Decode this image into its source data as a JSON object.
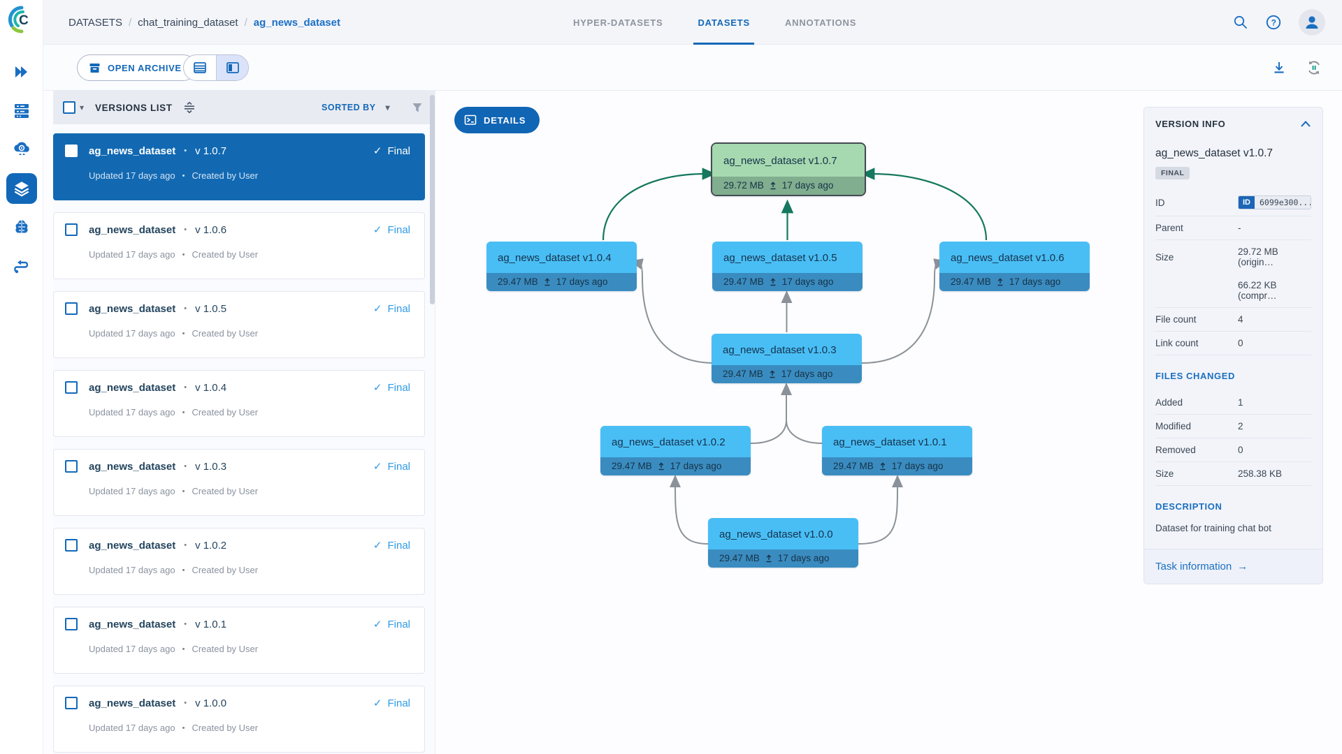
{
  "icons": {
    "dot": "•",
    "check": "✓",
    "caret_down": "▾",
    "arrow_right": "→"
  },
  "topbar": {
    "breadcrumb": {
      "root": "DATASETS",
      "sep": "/",
      "project": "chat_training_dataset",
      "dataset": "ag_news_dataset"
    },
    "tabs": [
      {
        "label": "HYPER-DATASETS"
      },
      {
        "label": "DATASETS"
      },
      {
        "label": "ANNOTATIONS"
      }
    ]
  },
  "toolbar": {
    "open_archive_label": "OPEN ARCHIVE"
  },
  "versions_panel": {
    "title": "VERSIONS LIST",
    "sorted_by_label": "SORTED BY",
    "items": [
      {
        "name": "ag_news_dataset",
        "version": "v 1.0.7",
        "status": "Final",
        "updated": "Updated 17 days ago",
        "created": "Created by User"
      },
      {
        "name": "ag_news_dataset",
        "version": "v 1.0.6",
        "status": "Final",
        "updated": "Updated 17 days ago",
        "created": "Created by User"
      },
      {
        "name": "ag_news_dataset",
        "version": "v 1.0.5",
        "status": "Final",
        "updated": "Updated 17 days ago",
        "created": "Created by User"
      },
      {
        "name": "ag_news_dataset",
        "version": "v 1.0.4",
        "status": "Final",
        "updated": "Updated 17 days ago",
        "created": "Created by User"
      },
      {
        "name": "ag_news_dataset",
        "version": "v 1.0.3",
        "status": "Final",
        "updated": "Updated 17 days ago",
        "created": "Created by User"
      },
      {
        "name": "ag_news_dataset",
        "version": "v 1.0.2",
        "status": "Final",
        "updated": "Updated 17 days ago",
        "created": "Created by User"
      },
      {
        "name": "ag_news_dataset",
        "version": "v 1.0.1",
        "status": "Final",
        "updated": "Updated 17 days ago",
        "created": "Created by User"
      },
      {
        "name": "ag_news_dataset",
        "version": "v 1.0.0",
        "status": "Final",
        "updated": "Updated 17 days ago",
        "created": "Created by User"
      }
    ]
  },
  "graph": {
    "details_button_label": "DETAILS",
    "nodes": [
      {
        "label": "ag_news_dataset v1.0.7",
        "size": "29.72 MB",
        "age": "17 days ago"
      },
      {
        "label": "ag_news_dataset v1.0.4",
        "size": "29.47 MB",
        "age": "17 days ago"
      },
      {
        "label": "ag_news_dataset v1.0.5",
        "size": "29.47 MB",
        "age": "17 days ago"
      },
      {
        "label": "ag_news_dataset v1.0.6",
        "size": "29.47 MB",
        "age": "17 days ago"
      },
      {
        "label": "ag_news_dataset v1.0.3",
        "size": "29.47 MB",
        "age": "17 days ago"
      },
      {
        "label": "ag_news_dataset v1.0.2",
        "size": "29.47 MB",
        "age": "17 days ago"
      },
      {
        "label": "ag_news_dataset v1.0.1",
        "size": "29.47 MB",
        "age": "17 days ago"
      },
      {
        "label": "ag_news_dataset v1.0.0",
        "size": "29.47 MB",
        "age": "17 days ago"
      }
    ]
  },
  "version_info": {
    "header": "VERSION INFO",
    "title": "ag_news_dataset v1.0.7",
    "badge": "FINAL",
    "id_label": "ID",
    "id_chip_key": "ID",
    "id_chip_value": "6099e300...",
    "parent_label": "Parent",
    "parent_value": "-",
    "size_label": "Size",
    "size_value_original": "29.72 MB (origin…",
    "size_value_compressed": "66.22 KB (compr…",
    "file_count_label": "File count",
    "file_count_value": "4",
    "link_count_label": "Link count",
    "link_count_value": "0",
    "files_changed": {
      "header": "FILES CHANGED",
      "added_label": "Added",
      "added_value": "1",
      "modified_label": "Modified",
      "modified_value": "2",
      "removed_label": "Removed",
      "removed_value": "0",
      "size_label": "Size",
      "size_value": "258.38 KB"
    },
    "description_header": "DESCRIPTION",
    "description_text": "Dataset for training chat bot",
    "task_link_label": "Task information"
  }
}
